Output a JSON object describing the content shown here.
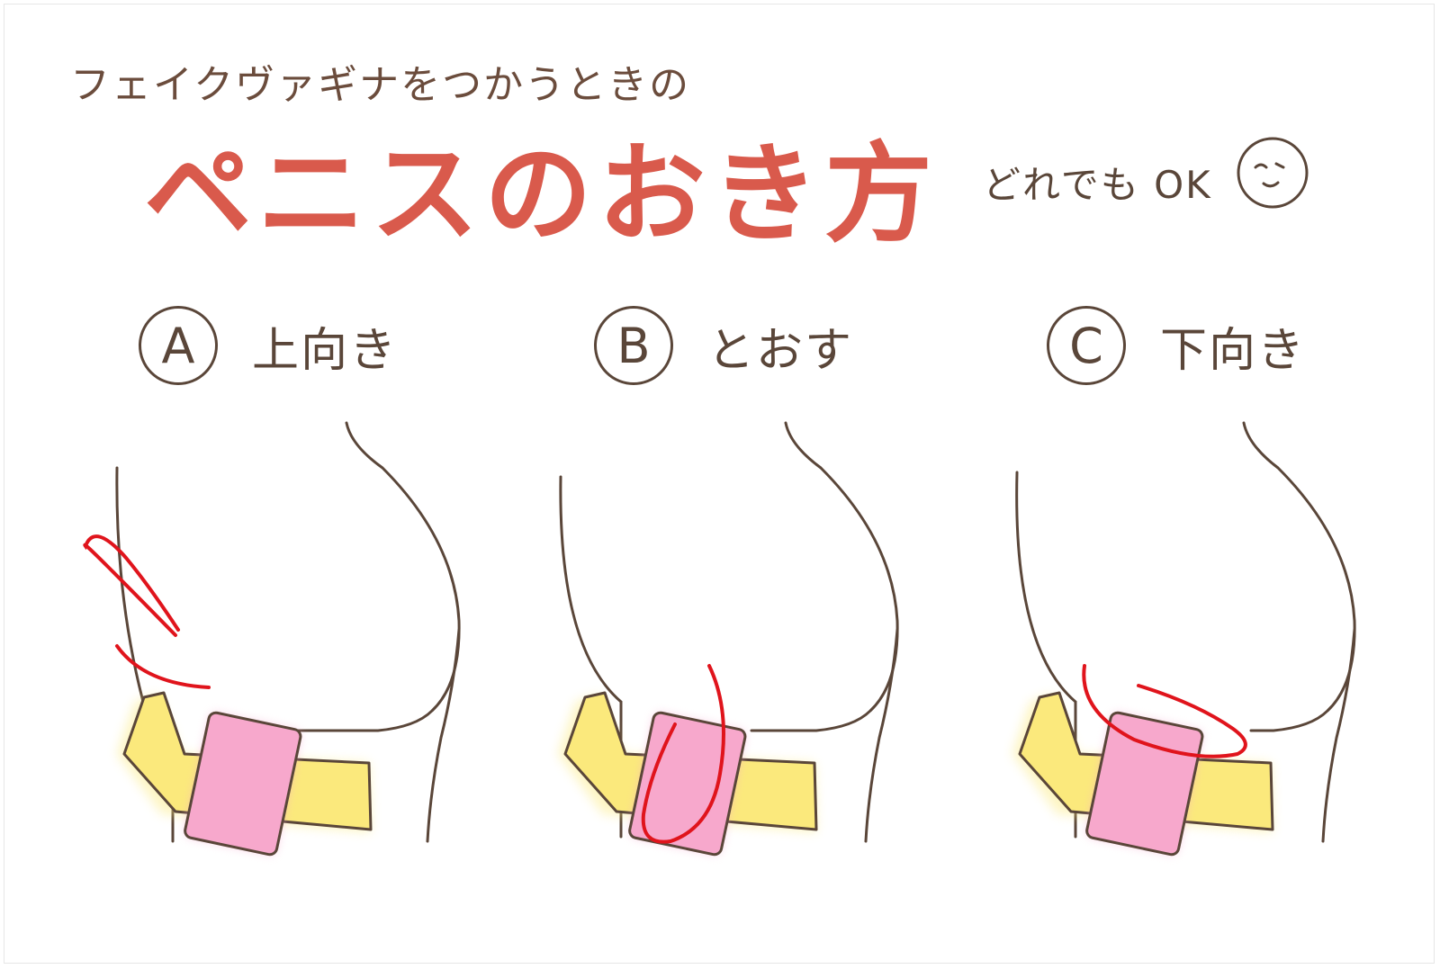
{
  "subtitle": "フェイクヴァギナをつかうときの",
  "title": "ペニスのおき方",
  "note": "どれでも OK",
  "panels": [
    {
      "letter": "A",
      "label": "上向き"
    },
    {
      "letter": "B",
      "label": "とおす"
    },
    {
      "letter": "C",
      "label": "下向き"
    }
  ],
  "colors": {
    "title": "#d95a4c",
    "ink": "#5a4639",
    "band": "#fbe97c",
    "device": "#f7a8cc",
    "penis_outline": "#e0141c"
  }
}
